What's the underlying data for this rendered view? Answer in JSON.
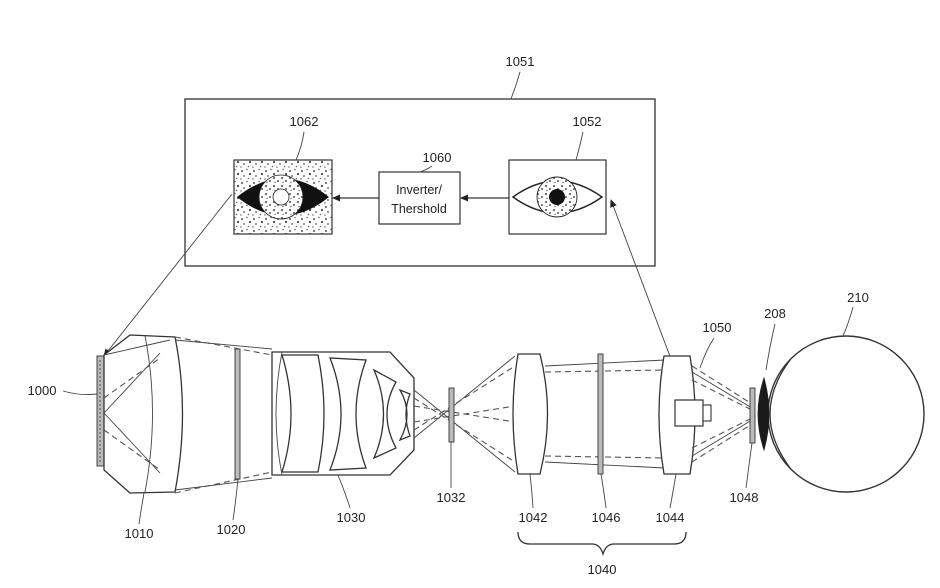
{
  "labels": {
    "control_box": "1051",
    "processed_image": "1062",
    "inverter_box": "1060",
    "captured_image": "1052",
    "display": "1000",
    "lens_group_1010": "1010",
    "element_1020": "1020",
    "lens_group_1030": "1030",
    "element_1032": "1032",
    "lens_1042": "1042",
    "element_1046": "1046",
    "lens_1044": "1044",
    "relay_group": "1040",
    "camera": "1050",
    "element_1048": "1048",
    "cornea": "208",
    "eye": "210"
  },
  "inverter_text": {
    "line1": "Inverter/",
    "line2": "Thershold"
  }
}
